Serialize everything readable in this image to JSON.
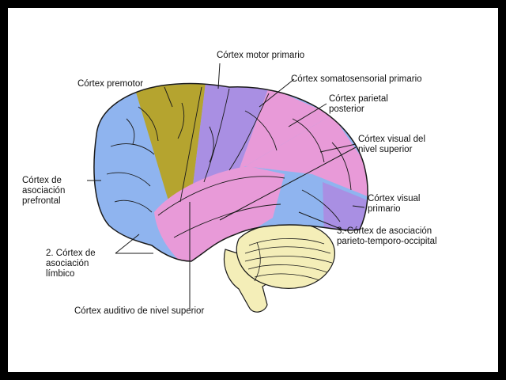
{
  "labels": {
    "motor_primary": "Córtex motor primario",
    "premotor": "Córtex premotor",
    "somatosensory_primary": "Córtex somatosensorial primario",
    "parietal_posterior": [
      "Córtex parietal",
      "posterior"
    ],
    "visual_superior": [
      "Córtex visual del",
      "nivel superior"
    ],
    "prefrontal_association": [
      "Córtex de",
      "asociación",
      "prefrontal"
    ],
    "visual_primary": [
      "Córtex visual",
      "primario"
    ],
    "parieto_temporo_occipital": [
      "3. Córtex de asociación",
      "parieto-temporo-occipital"
    ],
    "limbic_association": [
      "2. Córtex de",
      "asociación",
      "límbico"
    ],
    "auditory_superior": "Córtex auditivo de nivel superior"
  },
  "colors": {
    "frame": "#000000",
    "background": "#ffffff",
    "prefrontal_blue": "#8fb4ef",
    "premotor_olive": "#b5a42f",
    "motor_purple": "#a98fe3",
    "pink": "#e89ad8",
    "cerebellum_yellow": "#f4eeb8",
    "line": "#1a1a1a"
  }
}
